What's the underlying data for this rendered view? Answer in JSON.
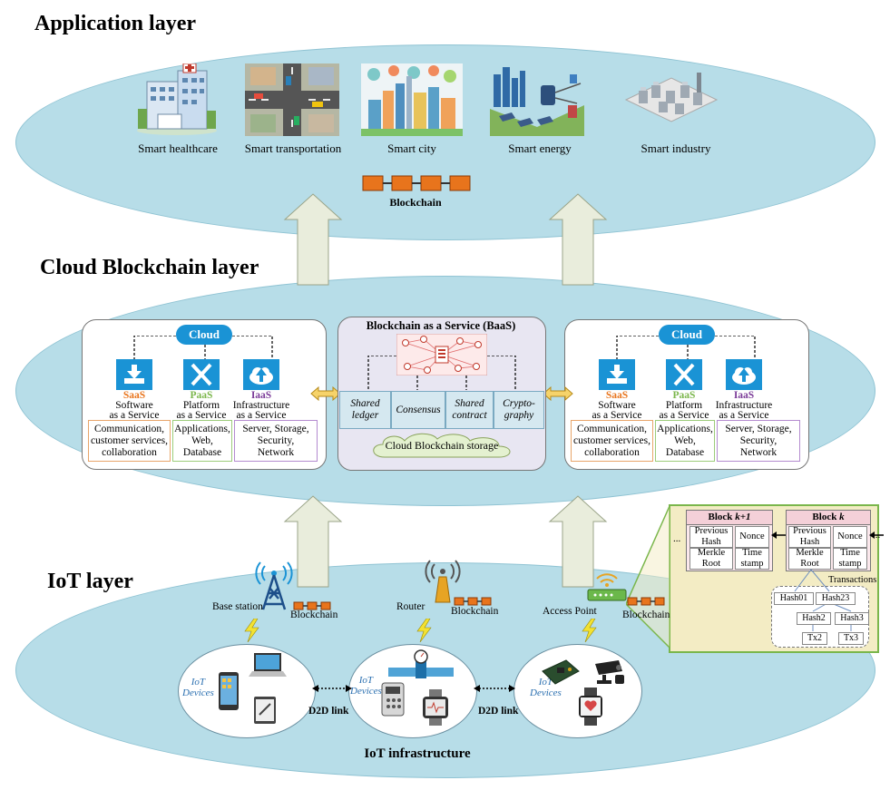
{
  "application_layer": {
    "title": "Application layer",
    "apps": [
      {
        "label": "Smart healthcare",
        "icon": "hospital-building-icon"
      },
      {
        "label": "Smart transportation",
        "icon": "traffic-intersection-icon"
      },
      {
        "label": "Smart city",
        "icon": "city-skyline-icon"
      },
      {
        "label": "Smart energy",
        "icon": "energy-grid-icon"
      },
      {
        "label": "Smart industry",
        "icon": "factory-icon"
      }
    ],
    "blockchain_label": "Blockchain"
  },
  "cloud_layer": {
    "title": "Cloud Blockchain layer",
    "cloud_label": "Cloud",
    "services": [
      {
        "abbr": "SaaS",
        "line1": "Software",
        "line2": "as a Service",
        "detail": [
          "Communication,",
          "customer services,",
          "collaboration"
        ],
        "color": "#e8741c"
      },
      {
        "abbr": "PaaS",
        "line1": "Platform",
        "line2": "as a Service",
        "detail": [
          "Applications,",
          "Web,",
          "Database"
        ],
        "color": "#7ab64b"
      },
      {
        "abbr": "IaaS",
        "line1": "Infrastructure",
        "line2": "as a Service",
        "detail": [
          "Server, Storage,",
          "Security,",
          "Network"
        ],
        "color": "#7a3b98"
      }
    ],
    "baas": {
      "title": "Blockchain as a Service (BaaS)",
      "items": [
        [
          "Shared",
          "ledger"
        ],
        [
          "Consensus",
          ""
        ],
        [
          "Shared",
          "contract"
        ],
        [
          "Crypto-",
          "graphy"
        ]
      ],
      "storage": "Cloud Blockchain storage"
    }
  },
  "iot_layer": {
    "title": "IoT layer",
    "gateways": [
      {
        "label": "Base station",
        "icon": "cell-tower-icon"
      },
      {
        "label": "Router",
        "icon": "router-antenna-icon"
      },
      {
        "label": "Access Point",
        "icon": "wifi-access-point-icon"
      }
    ],
    "blockchain_label": "Blockchain",
    "iot_devices": [
      "IoT",
      "Devices"
    ],
    "d2d_link": "D2D link",
    "infrastructure": "IoT infrastructure"
  },
  "block_detail": {
    "blocks": [
      {
        "title_prefix": "Block ",
        "title_var": "k+1"
      },
      {
        "title_prefix": "Block ",
        "title_var": "k"
      }
    ],
    "cells": [
      [
        "Previous",
        "Hash"
      ],
      [
        "Nonce",
        ""
      ],
      [
        "Merkle",
        "Root"
      ],
      [
        "Time",
        "stamp"
      ]
    ],
    "transactions": "Transactions",
    "hashes": [
      "Hash01",
      "Hash23",
      "Hash2",
      "Hash3",
      "Tx2",
      "Tx3"
    ],
    "ellipsis": "..."
  },
  "colors": {
    "ellipse": "#b7dde8",
    "cloud_blue": "#1a93d5",
    "arrow": "#e9eddc",
    "chain": "#e8741c"
  }
}
